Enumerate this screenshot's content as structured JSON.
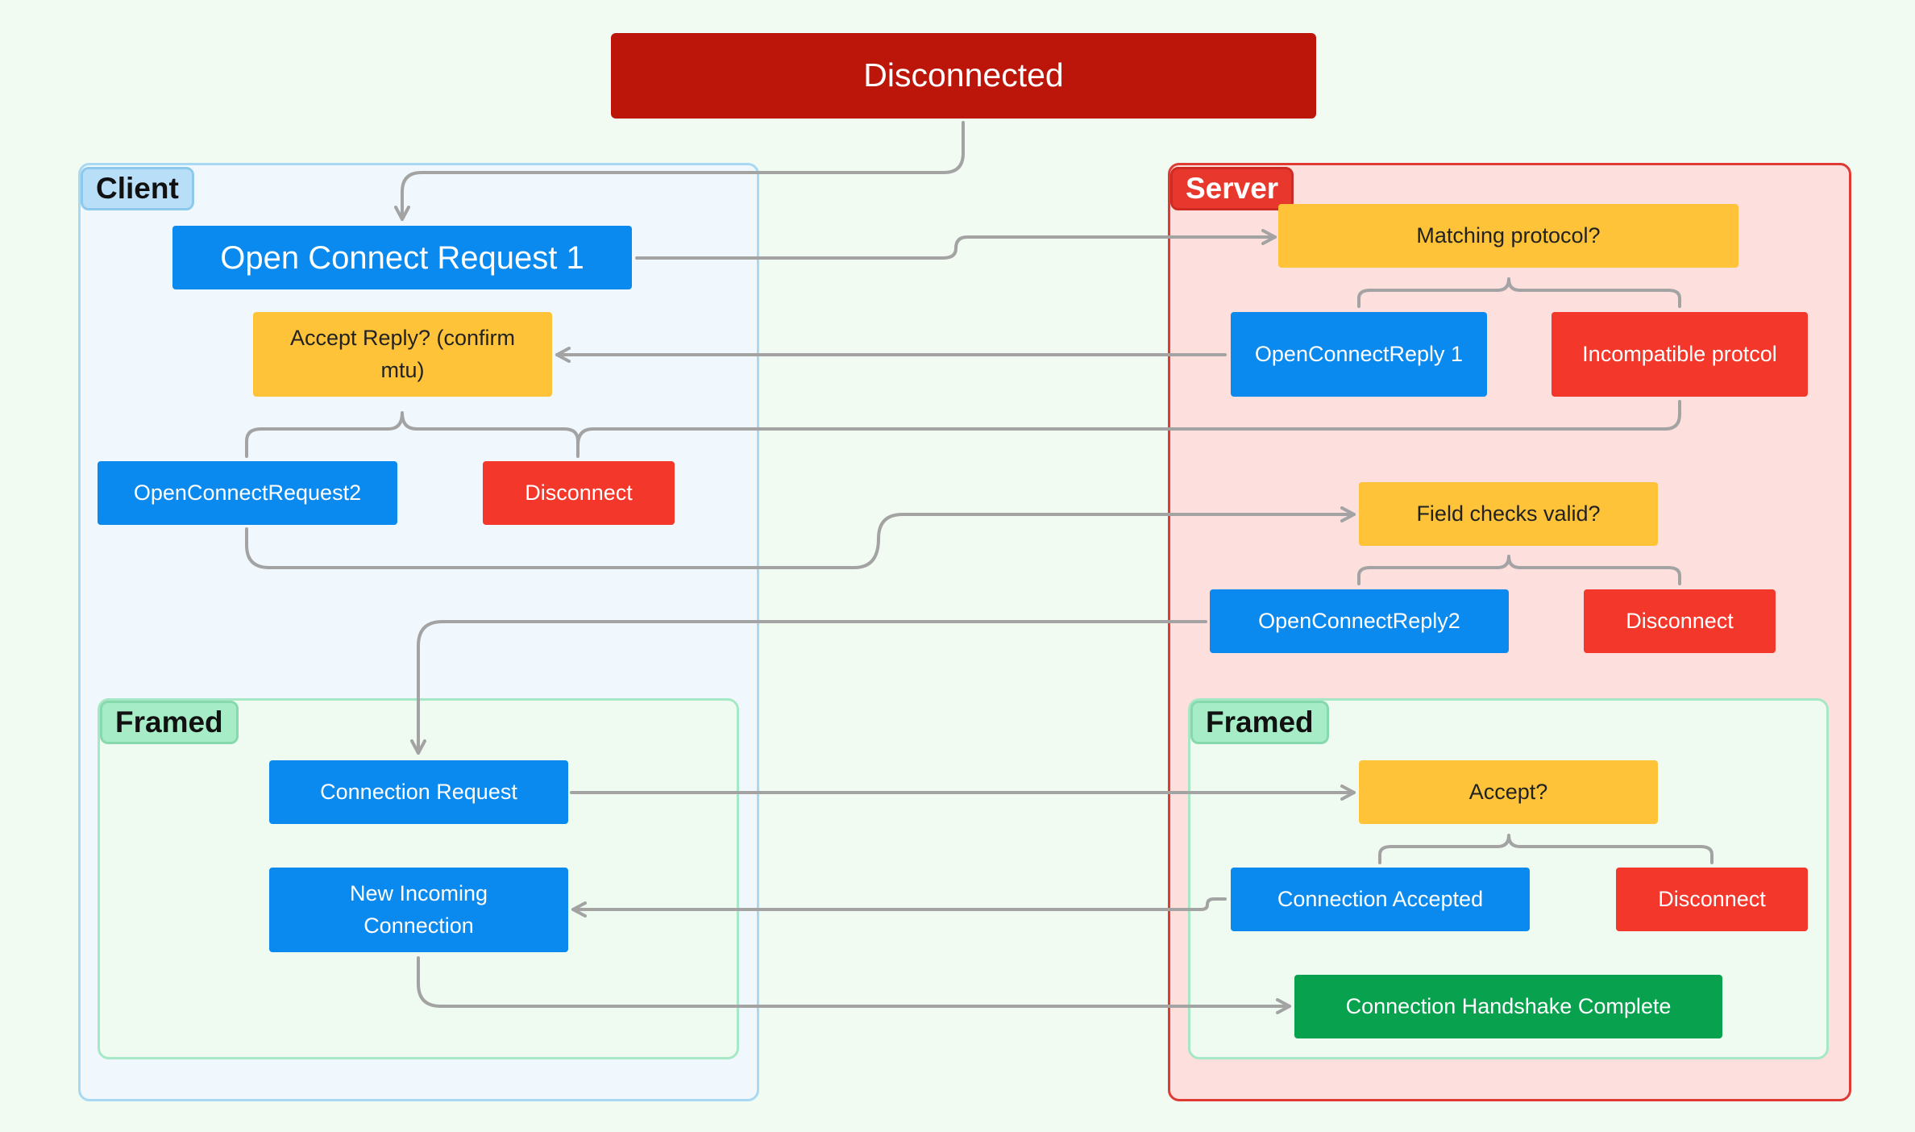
{
  "top": {
    "disconnected": "Disconnected"
  },
  "client": {
    "tag": "Client",
    "open_connect_request_1": "Open Connect Request 1",
    "accept_reply": "Accept Reply? (confirm mtu)",
    "open_connect_request_2": "OpenConnectRequest2",
    "disconnect": "Disconnect",
    "framed": {
      "tag": "Framed",
      "connection_request": "Connection Request",
      "new_incoming_connection": "New Incoming Connection"
    }
  },
  "server": {
    "tag": "Server",
    "matching_protocol": "Matching protocol?",
    "open_connect_reply_1": "OpenConnectReply 1",
    "incompatible_protocol": "Incompatible protcol",
    "field_checks_valid": "Field checks valid?",
    "open_connect_reply_2": "OpenConnectReply2",
    "disconnect": "Disconnect",
    "framed": {
      "tag": "Framed",
      "accept": "Accept?",
      "connection_accepted": "Connection Accepted",
      "disconnect": "Disconnect",
      "handshake_complete": "Connection Handshake Complete"
    }
  },
  "colors": {
    "blue_node": "#0a8aef",
    "yellow_node": "#fec339",
    "red_node": "#f3382b",
    "dark_red_node": "#bc1509",
    "green_node": "#08a24f",
    "connector": "#a3a3a3",
    "background": "#f1fbf2"
  }
}
